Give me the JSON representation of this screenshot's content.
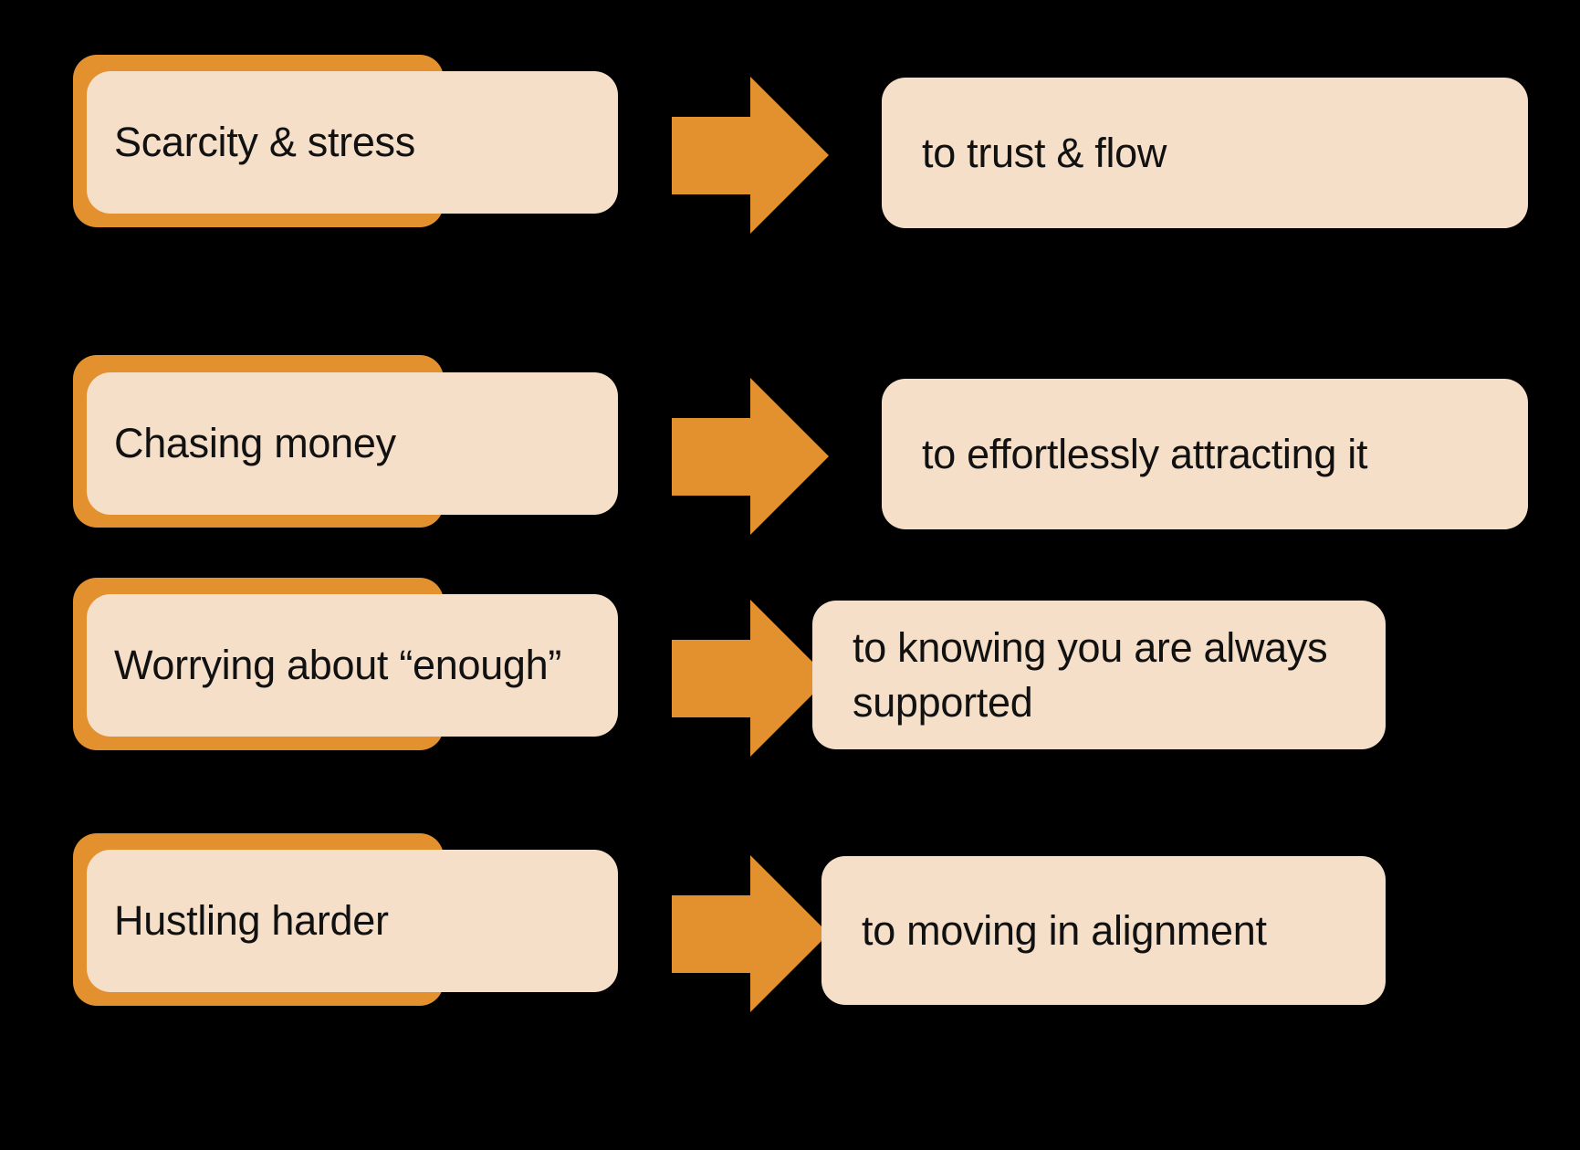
{
  "diagram": {
    "type": "before-after-transformation-list",
    "background_color": "#000000",
    "accent_color": "#E3902F",
    "card_color": "#F5DFC8",
    "text_color": "#111111",
    "arrow_icon_name": "right-arrow-icon",
    "rows": [
      {
        "from": "Scarcity & stress",
        "arrow": "→",
        "to": "to trust & flow"
      },
      {
        "from": "Chasing money",
        "arrow": "→",
        "to": "to effortlessly attracting it"
      },
      {
        "from": "Worrying about “enough”",
        "arrow": "→",
        "to": "to knowing you are always\nsupported"
      },
      {
        "from": "Hustling harder",
        "arrow": "→",
        "to": "to moving in alignment"
      }
    ]
  }
}
